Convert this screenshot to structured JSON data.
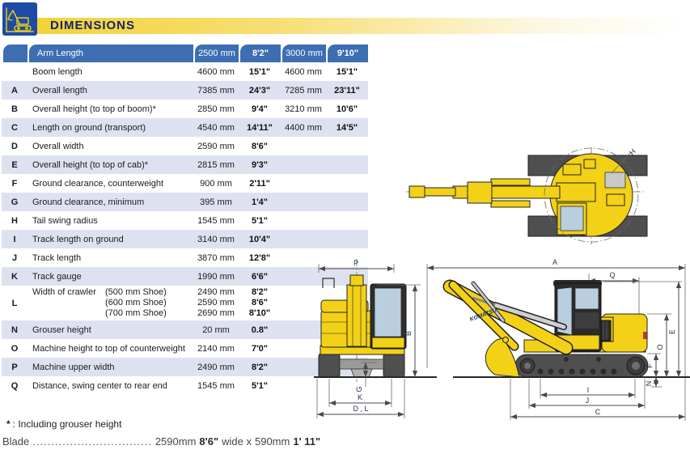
{
  "header": {
    "title": "DIMENSIONS"
  },
  "table": {
    "arm_length_label": "Arm Length",
    "columns": [
      "2500 mm",
      "8'2\"",
      "3000 mm",
      "9'10\""
    ],
    "rows": [
      {
        "letter": "",
        "desc": "Boom length",
        "m1": "4600 mm",
        "i1": "15'1\"",
        "m2": "4600 mm",
        "i2": "15'1\""
      },
      {
        "letter": "A",
        "desc": "Overall length",
        "m1": "7385 mm",
        "i1": "24'3\"",
        "m2": "7285 mm",
        "i2": "23'11\""
      },
      {
        "letter": "B",
        "desc": "Overall height (to top of boom)*",
        "m1": "2850 mm",
        "i1": "9'4\"",
        "m2": "3210 mm",
        "i2": "10'6\""
      },
      {
        "letter": "C",
        "desc": "Length on ground (transport)",
        "m1": "4540 mm",
        "i1": "14'11\"",
        "m2": "4400 mm",
        "i2": "14'5\""
      },
      {
        "letter": "D",
        "desc": "Overall width",
        "m1": "2590 mm",
        "i1": "8'6\"",
        "m2": "",
        "i2": ""
      },
      {
        "letter": "E",
        "desc": "Overall height (to top of cab)*",
        "m1": "2815 mm",
        "i1": "9'3\"",
        "m2": "",
        "i2": ""
      },
      {
        "letter": "F",
        "desc": "Ground clearance, counterweight",
        "m1": "900 mm",
        "i1": "2'11\"",
        "m2": "",
        "i2": ""
      },
      {
        "letter": "G",
        "desc": "Ground clearance, minimum",
        "m1": "395 mm",
        "i1": "1'4\"",
        "m2": "",
        "i2": ""
      },
      {
        "letter": "H",
        "desc": "Tail swing radius",
        "m1": "1545 mm",
        "i1": "5'1\"",
        "m2": "",
        "i2": ""
      },
      {
        "letter": "I",
        "desc": "Track length on ground",
        "m1": "3140 mm",
        "i1": "10'4\"",
        "m2": "",
        "i2": ""
      },
      {
        "letter": "J",
        "desc": "Track length",
        "m1": "3870 mm",
        "i1": "12'8\"",
        "m2": "",
        "i2": ""
      },
      {
        "letter": "K",
        "desc": "Track gauge",
        "m1": "1990 mm",
        "i1": "6'6\"",
        "m2": "",
        "i2": ""
      },
      {
        "letter": "L",
        "desc": "Width of crawler",
        "shoes": [
          {
            "shoe": "(500 mm Shoe)",
            "m": "2490 mm",
            "i": "8'2\""
          },
          {
            "shoe": "(600 mm Shoe)",
            "m": "2590 mm",
            "i": "8'6\""
          },
          {
            "shoe": "(700 mm Shoe)",
            "m": "2690 mm",
            "i": "8'10\""
          }
        ]
      },
      {
        "letter": "N",
        "desc": "Grouser height",
        "m1": "20 mm",
        "i1": "0.8\"",
        "m2": "",
        "i2": ""
      },
      {
        "letter": "O",
        "desc": "Machine height to top of counterweight",
        "m1": "2140 mm",
        "i1": "7'0\"",
        "m2": "",
        "i2": ""
      },
      {
        "letter": "P",
        "desc": "Machine upper width",
        "m1": "2490 mm",
        "i1": "8'2\"",
        "m2": "",
        "i2": ""
      },
      {
        "letter": "Q",
        "desc": "Distance, swing center to rear end",
        "m1": "1545 mm",
        "i1": "5'1\"",
        "m2": "",
        "i2": ""
      }
    ]
  },
  "footnote": {
    "star": "*",
    "text": ": Including grouser height"
  },
  "blade": {
    "label": "Blade",
    "dots": "................................",
    "metric1": "2590mm",
    "imperial1": "8'6\"",
    "middle": "wide x",
    "metric2": "590mm",
    "imperial2": "1' 11\""
  },
  "diagram": {
    "brand": "KOMATSU",
    "labels": {
      "h": "H",
      "p": "P",
      "b": "B",
      "g": "G",
      "k": "K",
      "dl": "D , L",
      "a": "A",
      "q": "Q",
      "e": "E",
      "o": "O",
      "f": "F",
      "n": "N",
      "i": "I",
      "j": "J",
      "c": "C"
    }
  },
  "colors": {
    "header_blue": "#3d6eb2",
    "row_stripe": "#dee2f0",
    "title_navy": "#17246b",
    "banner_yellow": "#f4d237",
    "machine_yellow": "#f2d117",
    "icon_blue": "#1e4ba6",
    "track_gray": "#4f4f4f",
    "window_blue": "#b9cfdf"
  }
}
